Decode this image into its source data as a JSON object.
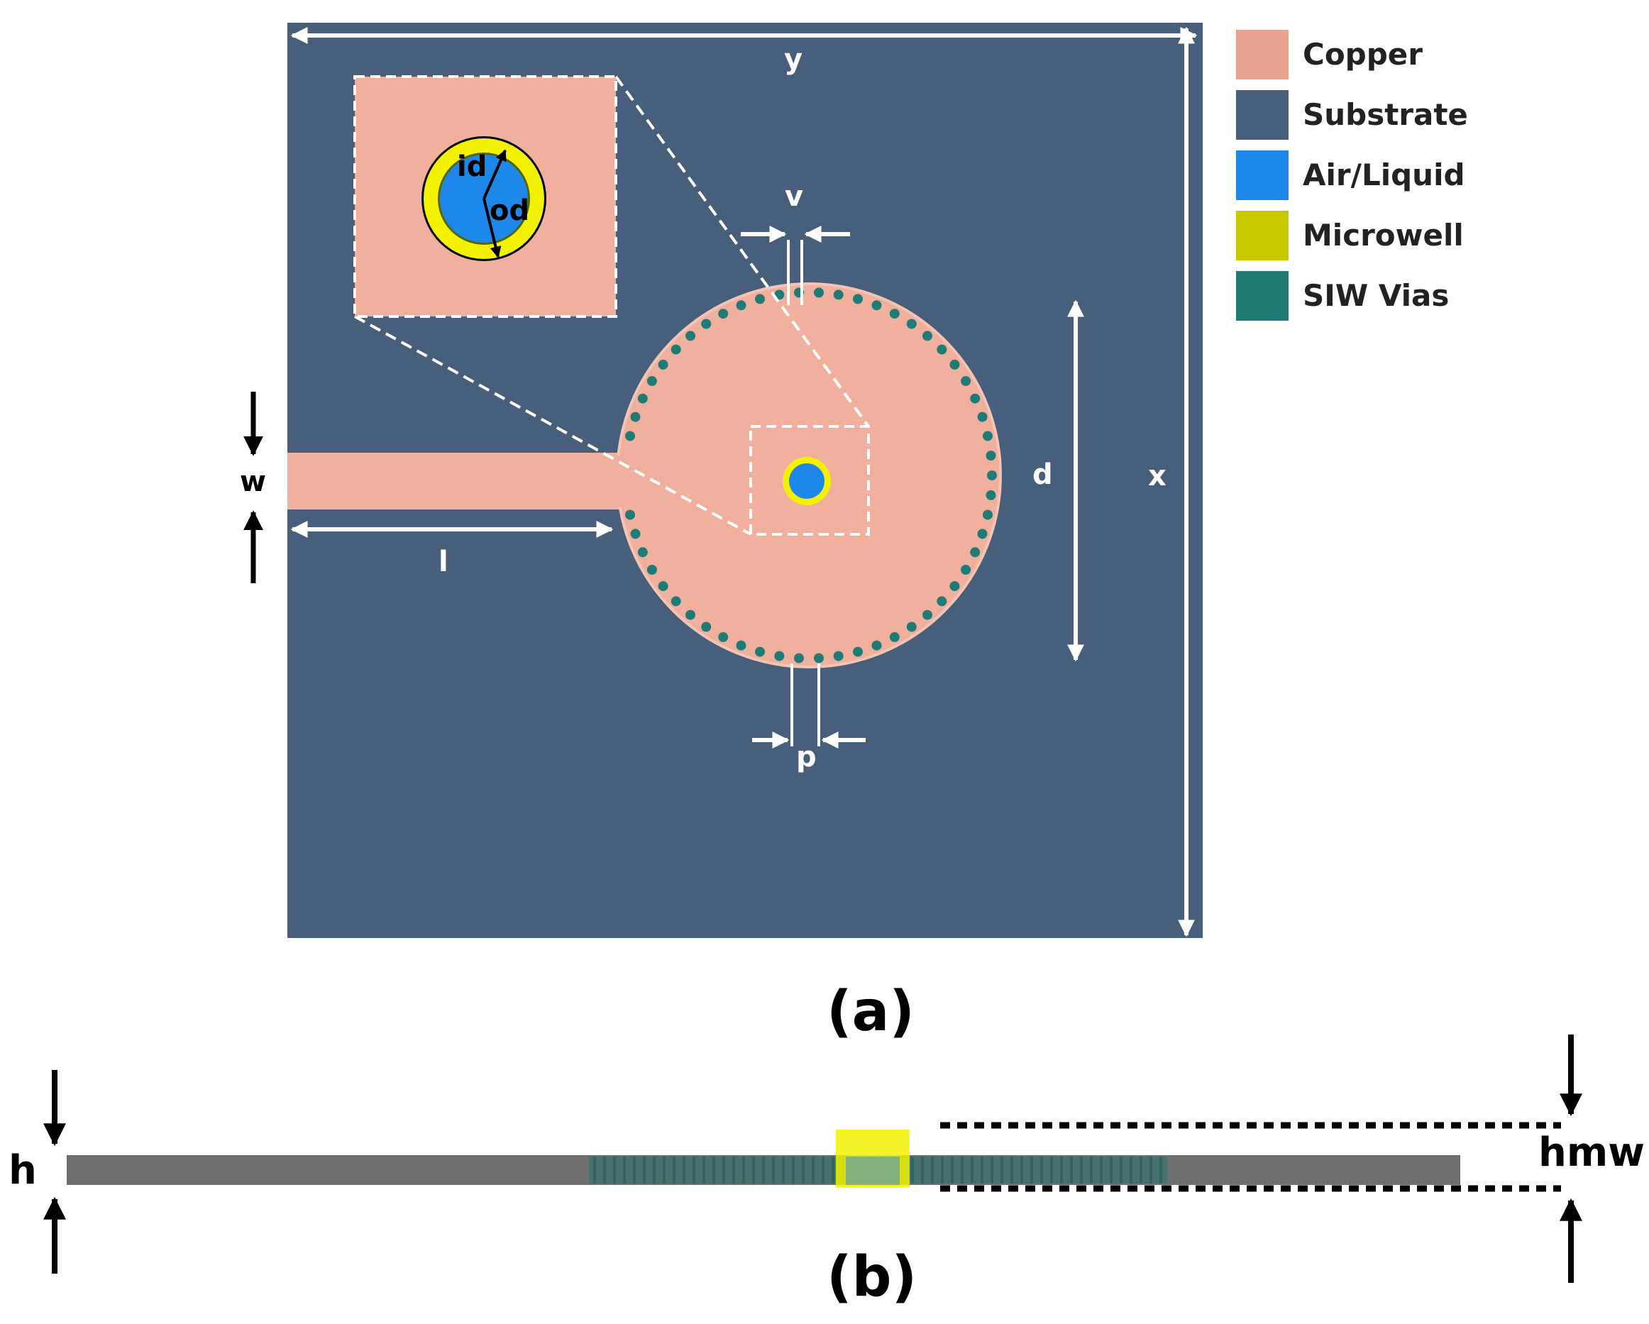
{
  "legend": [
    {
      "label": "Copper",
      "color": "#e9a48f"
    },
    {
      "label": "Substrate",
      "color": "#485f7c"
    },
    {
      "label": "Air/Liquid",
      "color": "#1e88ea"
    },
    {
      "label": "Microwell",
      "color": "#c8c800"
    },
    {
      "label": "SIW Vias",
      "color": "#1f7b76"
    }
  ],
  "top_view": {
    "labels": {
      "y": "y",
      "x": "x",
      "d": "d",
      "v": "v",
      "p": "p",
      "w": "w",
      "l": "l",
      "id": "id",
      "od": "od"
    },
    "caption": "(a)"
  },
  "side_view": {
    "labels": {
      "h": "h",
      "hmw": "hmw"
    },
    "caption": "(b)"
  },
  "colors": {
    "substrate": "#485f7c",
    "copper": "#f0b09d",
    "copper_edge": "#f4c4b4",
    "via": "#1f7b76",
    "air": "#1e88ea",
    "microwell": "#f2f200",
    "side_substrate": "#6e6e6e"
  }
}
